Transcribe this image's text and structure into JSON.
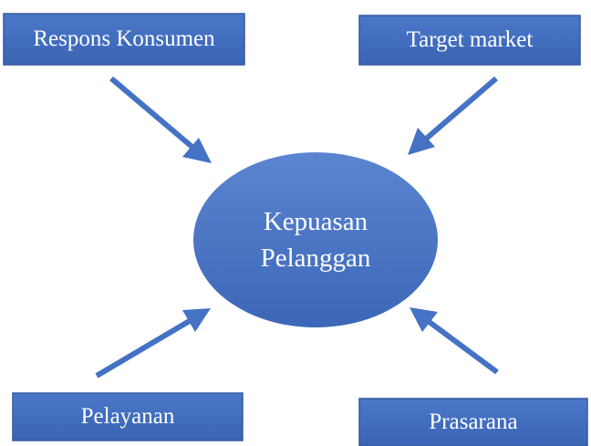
{
  "diagram": {
    "center": {
      "line1": "Kepuasan",
      "line2": "Pelanggan"
    },
    "boxes": {
      "respons": "Respons Konsumen",
      "target": "Target market",
      "pelayanan": "Pelayanan",
      "prasarana": "Prasarana"
    },
    "colors": {
      "box_fill": "#3F6BBE",
      "box_border": "#2F528F",
      "ellipse_fill": "#4472C4",
      "arrow": "#4472C4",
      "text": "#FFFFFF"
    }
  }
}
